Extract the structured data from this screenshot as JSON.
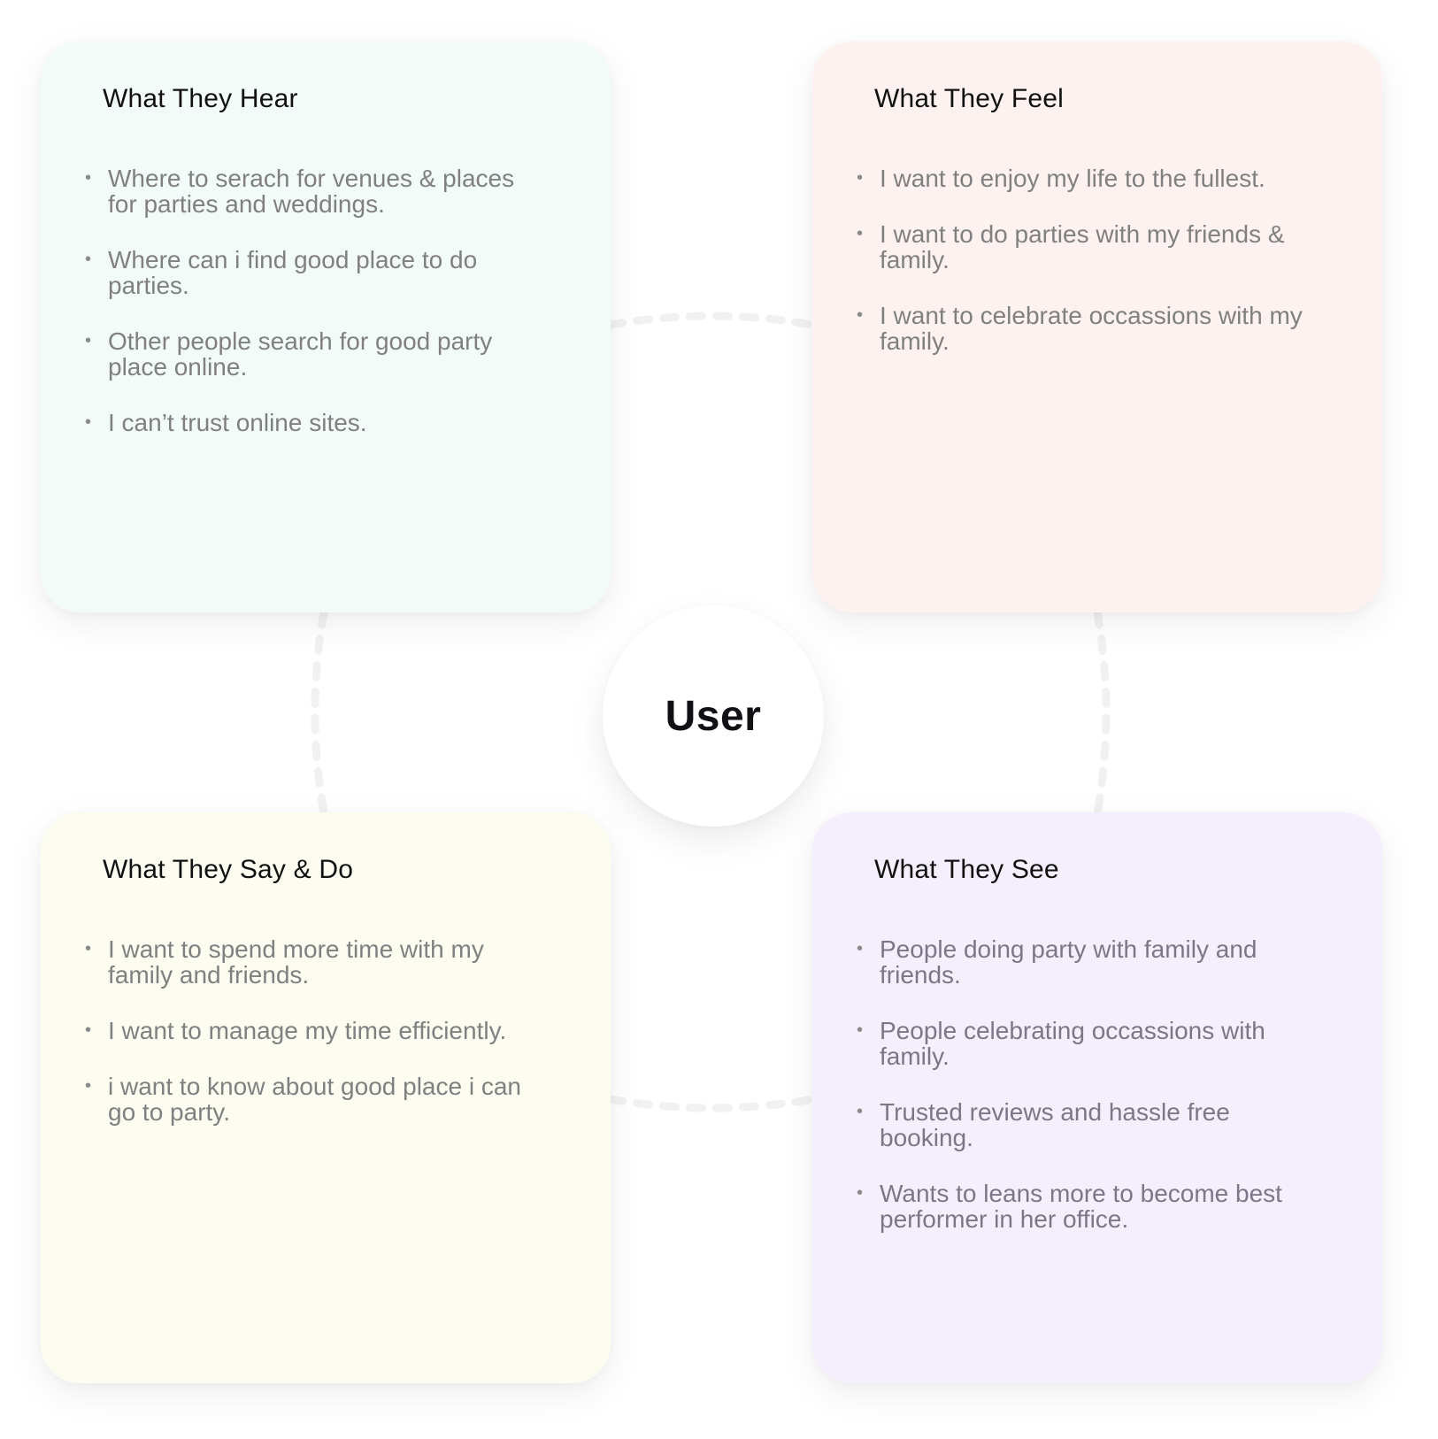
{
  "center": {
    "label": "User"
  },
  "colors": {
    "hear_bg": "#f2fbf7",
    "feel_bg": "#fdf2f0",
    "say_bg": "#fdfcf1",
    "see_bg": "#f4eefd",
    "see_text": "#7d7686",
    "connector": "#f1f1f1"
  },
  "cards": {
    "hear": {
      "title": "What They Hear",
      "items": [
        "Where to serach for venues & places for parties and weddings.",
        "Where can i find good place to do parties.",
        "Other people search for good party place online.",
        "I can’t trust online sites."
      ]
    },
    "feel": {
      "title": "What They Feel",
      "items": [
        "I want to enjoy my life to the fullest.",
        "I want to do parties with my friends & family.",
        "I want to celebrate occassions with my family."
      ]
    },
    "say": {
      "title": "What They Say & Do",
      "items": [
        "I want to spend more time with my family and friends.",
        "I want to manage my time efficiently.",
        "i want to know about good place i can go to party."
      ]
    },
    "see": {
      "title": "What They See",
      "items": [
        "People doing party with family and friends.",
        "People celebrating occassions with family.",
        "Trusted reviews and hassle free booking.",
        "Wants to leans more to become best performer in her office."
      ]
    }
  }
}
